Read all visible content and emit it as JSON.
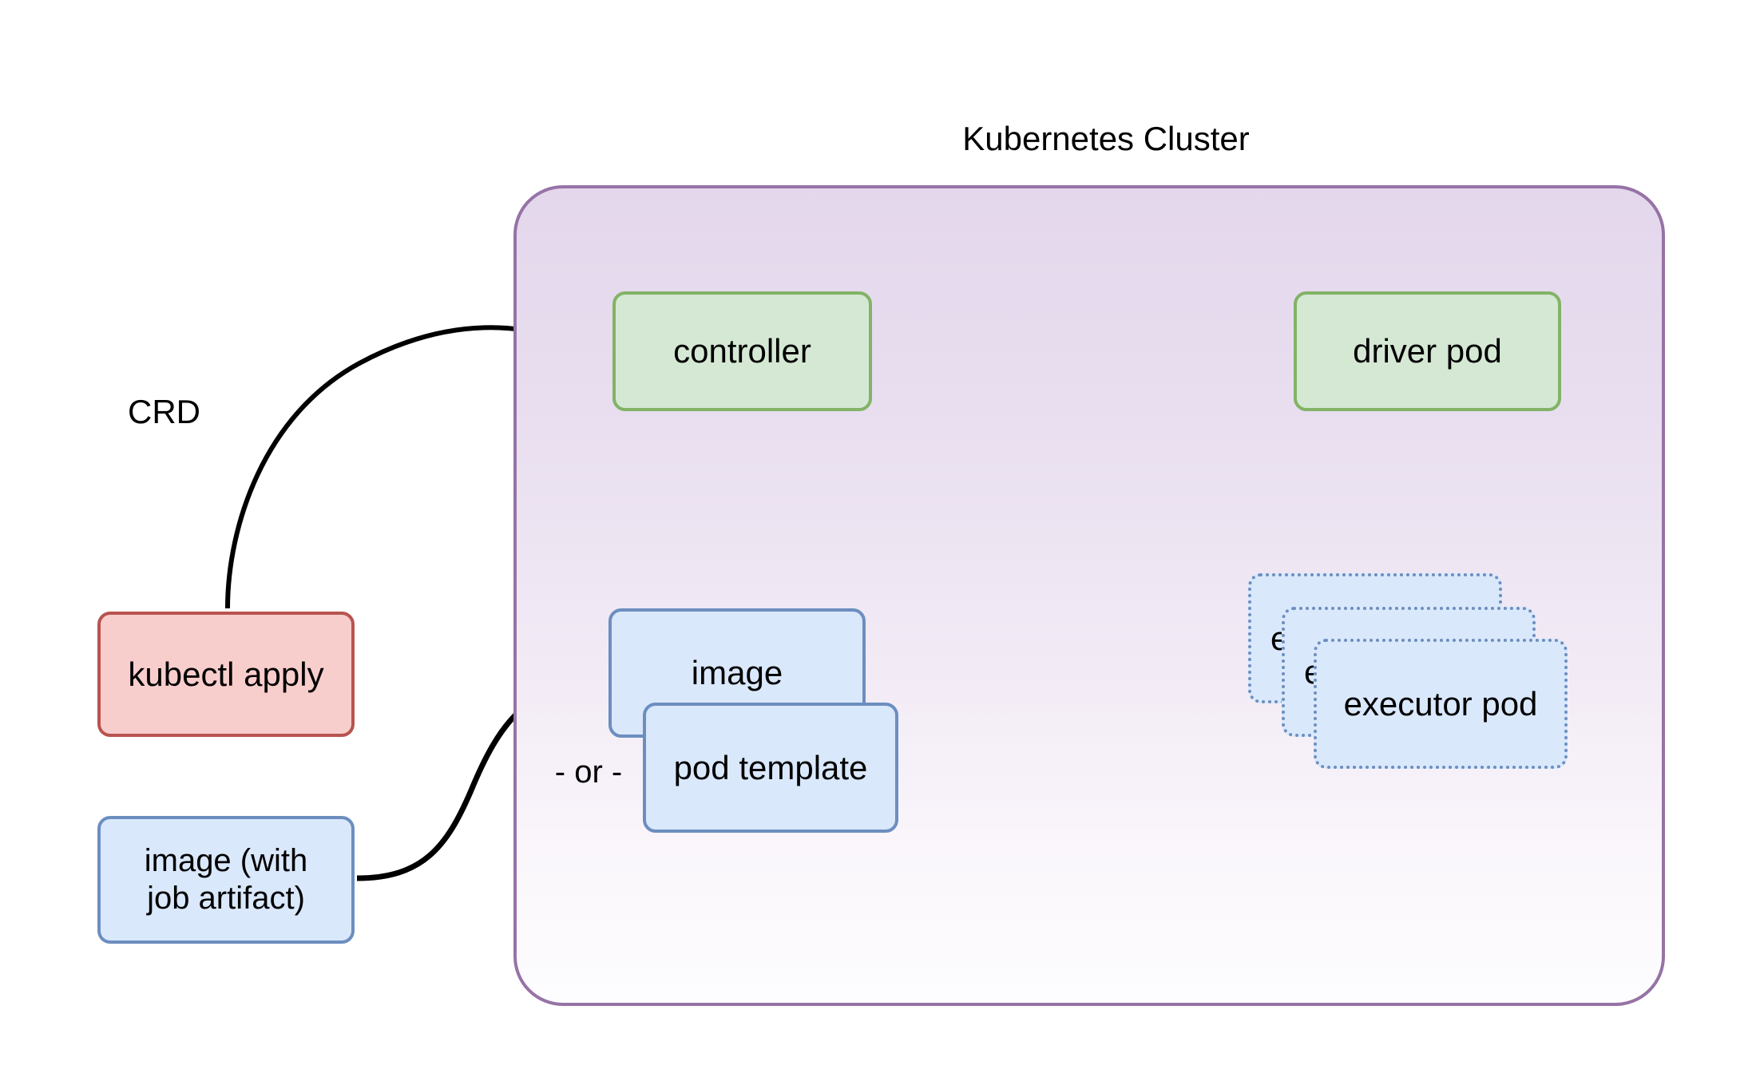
{
  "diagram": {
    "title": "Kubernetes Cluster",
    "background_color": "#ffffff"
  },
  "cluster": {
    "label": "Kubernetes Cluster",
    "border_color": "#9673a6",
    "fill_top": "#e4d7ec",
    "fill_bottom": "#fdfcfe"
  },
  "nodes": {
    "controller": {
      "label": "controller",
      "fill": "#d5e8d4",
      "stroke": "#82b366",
      "shape": "rounded-rect",
      "border_style": "solid"
    },
    "driver_pod": {
      "label": "driver pod",
      "fill": "#d5e8d4",
      "stroke": "#82b366",
      "shape": "rounded-rect",
      "border_style": "solid"
    },
    "kubectl_apply": {
      "label": "kubectl apply",
      "fill": "#f8cecc",
      "stroke": "#b85450",
      "shape": "rounded-rect",
      "border_style": "solid"
    },
    "image_with_job_artifact": {
      "label": "image (with\njob artifact)",
      "fill": "#dae8fc",
      "stroke": "#6c8ebf",
      "shape": "rounded-rect",
      "border_style": "solid"
    },
    "image": {
      "label": "image",
      "fill": "#dae8fc",
      "stroke": "#6c8ebf",
      "shape": "rounded-rect",
      "border_style": "solid"
    },
    "pod_template": {
      "label": "pod template",
      "fill": "#dae8fc",
      "stroke": "#6c8ebf",
      "shape": "rounded-rect",
      "border_style": "solid"
    },
    "executor_pod_1": {
      "label": "executor pod",
      "fill": "#dae8fc",
      "stroke": "#6c8ebf",
      "shape": "rounded-rect",
      "border_style": "dotted"
    },
    "executor_pod_2": {
      "label": "executor pod",
      "fill": "#dae8fc",
      "stroke": "#6c8ebf",
      "shape": "rounded-rect",
      "border_style": "dotted"
    },
    "executor_pod_3": {
      "label": "executor pod",
      "fill": "#dae8fc",
      "stroke": "#6c8ebf",
      "shape": "rounded-rect",
      "border_style": "dotted"
    }
  },
  "labels": {
    "crd": "CRD",
    "or": "- or -"
  },
  "edges": [
    {
      "name": "kubectl-apply-to-controller",
      "from": "kubectl apply",
      "to": "controller",
      "label": "CRD",
      "style": "solid",
      "arrowheads": "end"
    },
    {
      "name": "controller-to-driver-pod",
      "from": "controller",
      "to": "driver pod",
      "label": "",
      "style": "solid",
      "arrowheads": "end"
    },
    {
      "name": "controller-image-bidirectional",
      "from": "controller",
      "to": "image",
      "label": "",
      "style": "solid",
      "arrowheads": "both"
    },
    {
      "name": "driver-pod-to-executor-pods",
      "from": "driver pod",
      "to": "executor pod",
      "label": "",
      "style": "solid",
      "arrowheads": "end"
    },
    {
      "name": "image-to-executor-pods",
      "from": "image",
      "to": "executor pod",
      "label": "",
      "style": "dotted",
      "arrowheads": "end"
    },
    {
      "name": "image-artifact-to-image",
      "from": "image (with job artifact)",
      "to": "image",
      "label": "",
      "style": "solid",
      "arrowheads": "end"
    }
  ]
}
